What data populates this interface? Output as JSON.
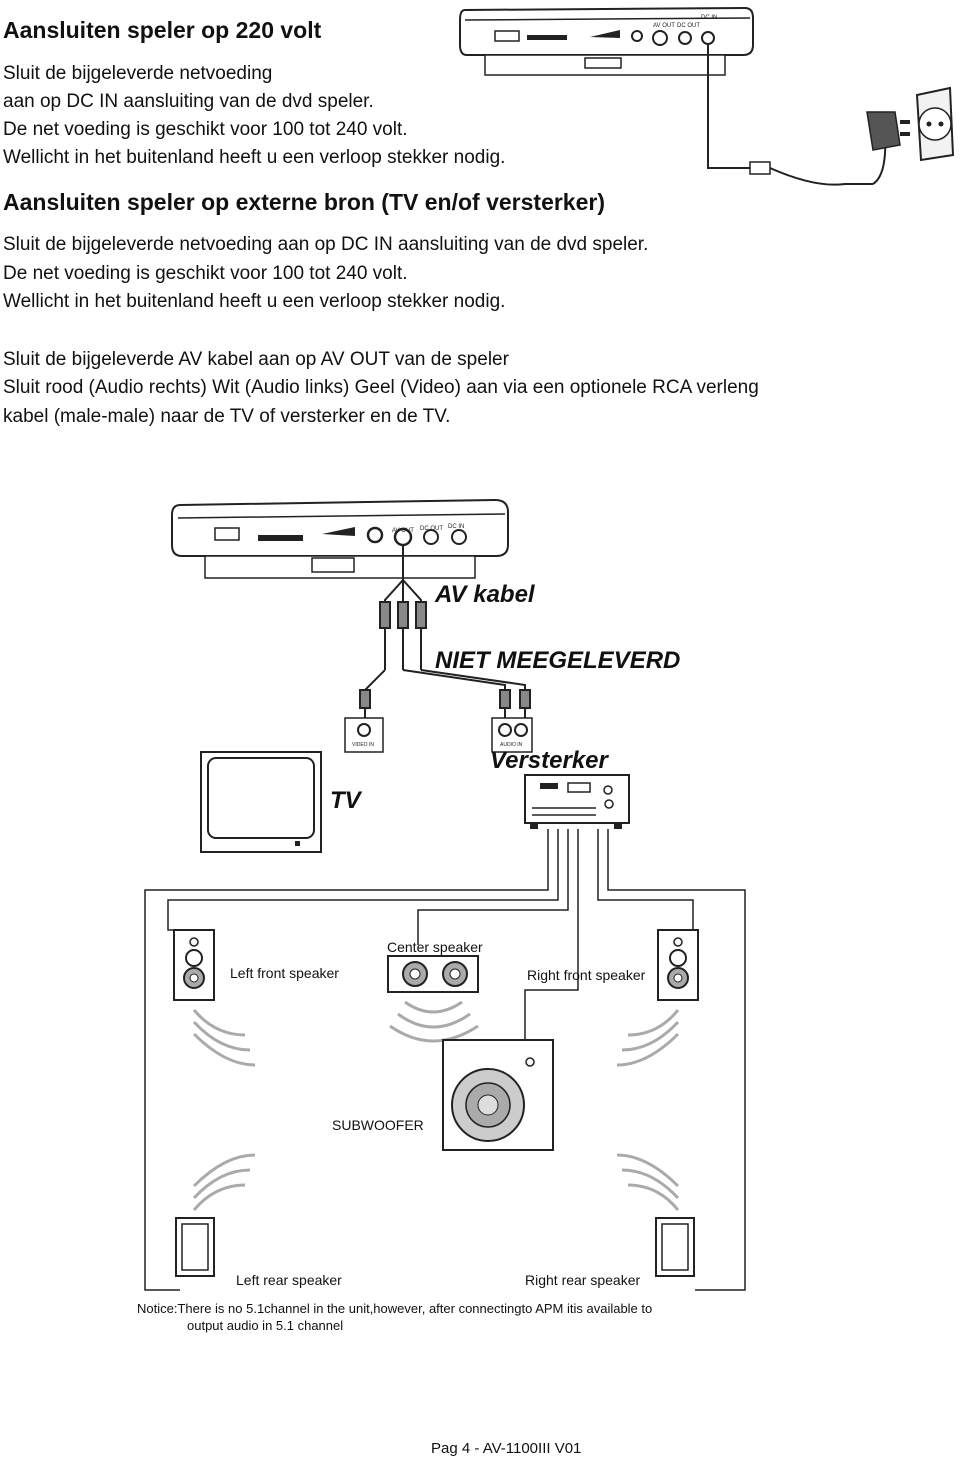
{
  "section1": {
    "title": "Aansluiten speler op 220 volt",
    "lines": [
      "Sluit de bijgeleverde netvoeding",
      "aan op DC IN aansluiting van de dvd speler.",
      "De net voeding is geschikt voor 100 tot 240 volt.",
      "Wellicht in het buitenland heeft u een verloop stekker nodig."
    ]
  },
  "section2": {
    "title": "Aansluiten speler op externe bron (TV en/of versterker)",
    "para1": [
      "Sluit de bijgeleverde netvoeding aan op DC IN aansluiting van de dvd speler.",
      "De net voeding is geschikt voor 100 tot 240 volt.",
      "Wellicht in het buitenland heeft u een verloop stekker nodig."
    ],
    "para2": [
      "Sluit de bijgeleverde AV kabel aan op AV OUT van de speler",
      "Sluit rood (Audio rechts) Wit (Audio links) Geel (Video) aan via een optionele RCA verleng",
      "kabel (male-male) naar de TV of versterker en de TV."
    ]
  },
  "player_labels": {
    "av_out": "AV OUT",
    "dc_out": "DC OUT",
    "dc_in": "DC IN"
  },
  "diagram": {
    "av_kabel": "AV kabel",
    "niet_meegeleverd": "NIET MEEGELEVERD",
    "video_in": "VIDEO IN",
    "audio_in": "AUDIO IN",
    "versterker": "Versterker",
    "tv": "TV",
    "center_speaker": "Center speaker",
    "left_front_speaker": "Left front speaker",
    "right_front_speaker": "Right front speaker",
    "subwoofer": "SUBWOOFER",
    "left_rear_speaker": "Left rear speaker",
    "right_rear_speaker": "Right rear speaker",
    "notice_line1": "Notice:There is no 5.1channel in the unit,however, after connectingto APM itis available to",
    "notice_line2": "output audio in 5.1 channel"
  },
  "footer": "Pag 4  - AV-1100III V01"
}
